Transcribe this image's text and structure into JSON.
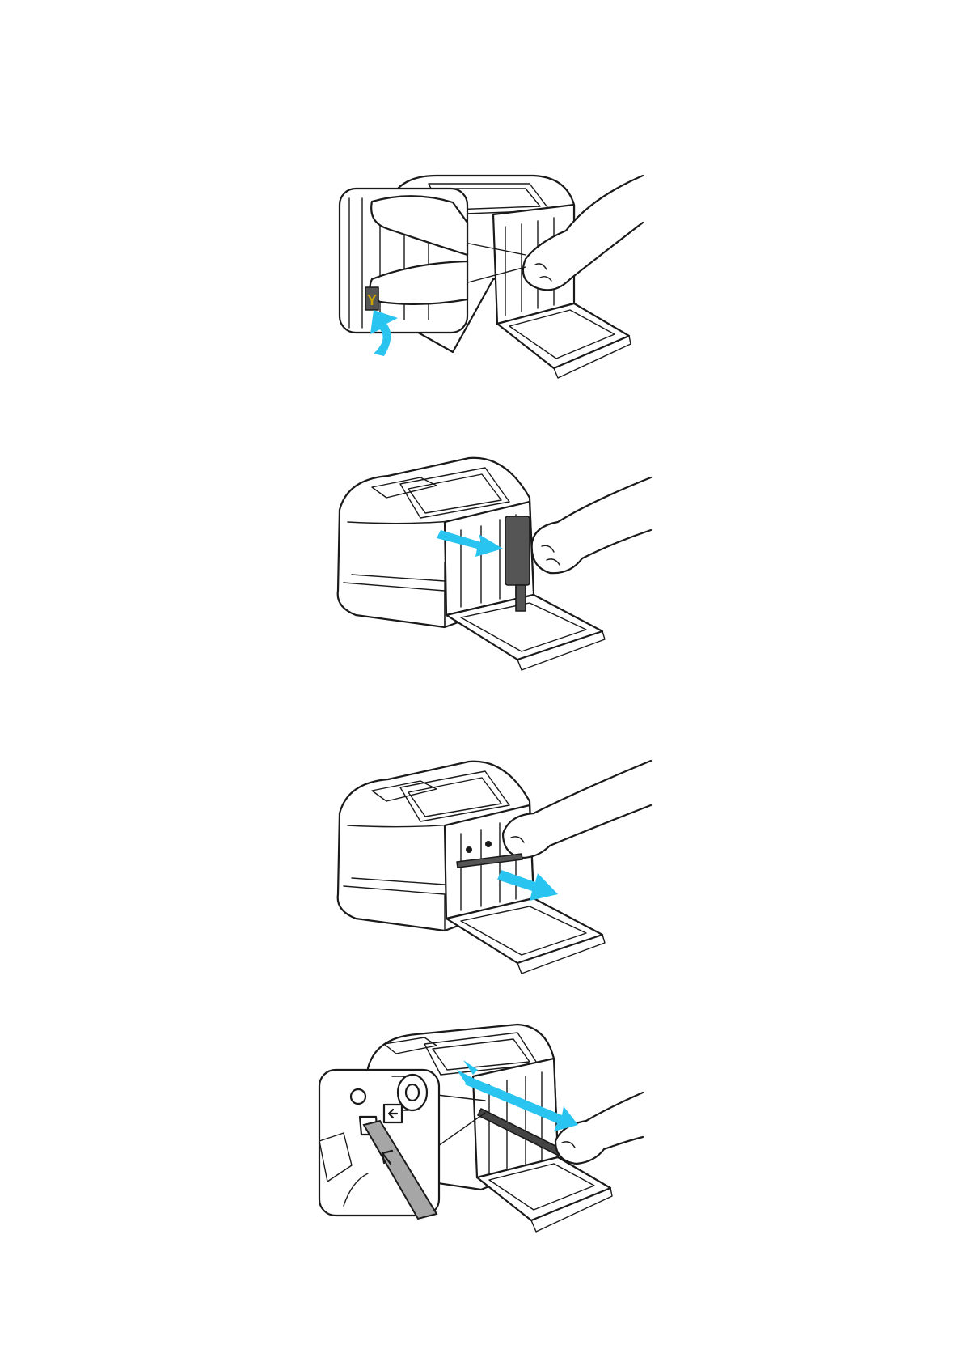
{
  "colors": {
    "arrow": "#29c4f0",
    "line": "#1a1a1a",
    "cartridge_gray": "#555555",
    "wand_gray": "#a6a6a6",
    "yellow_label": "#c9a400"
  },
  "figures": [
    {
      "icon": "printer-insert-cartridge-with-zoom-inset",
      "inset_label": "Y"
    },
    {
      "icon": "printer-remove-cartridge"
    },
    {
      "icon": "printer-pull-cleaning-rod"
    },
    {
      "icon": "printer-clean-led-window-with-zoom-inset"
    }
  ]
}
